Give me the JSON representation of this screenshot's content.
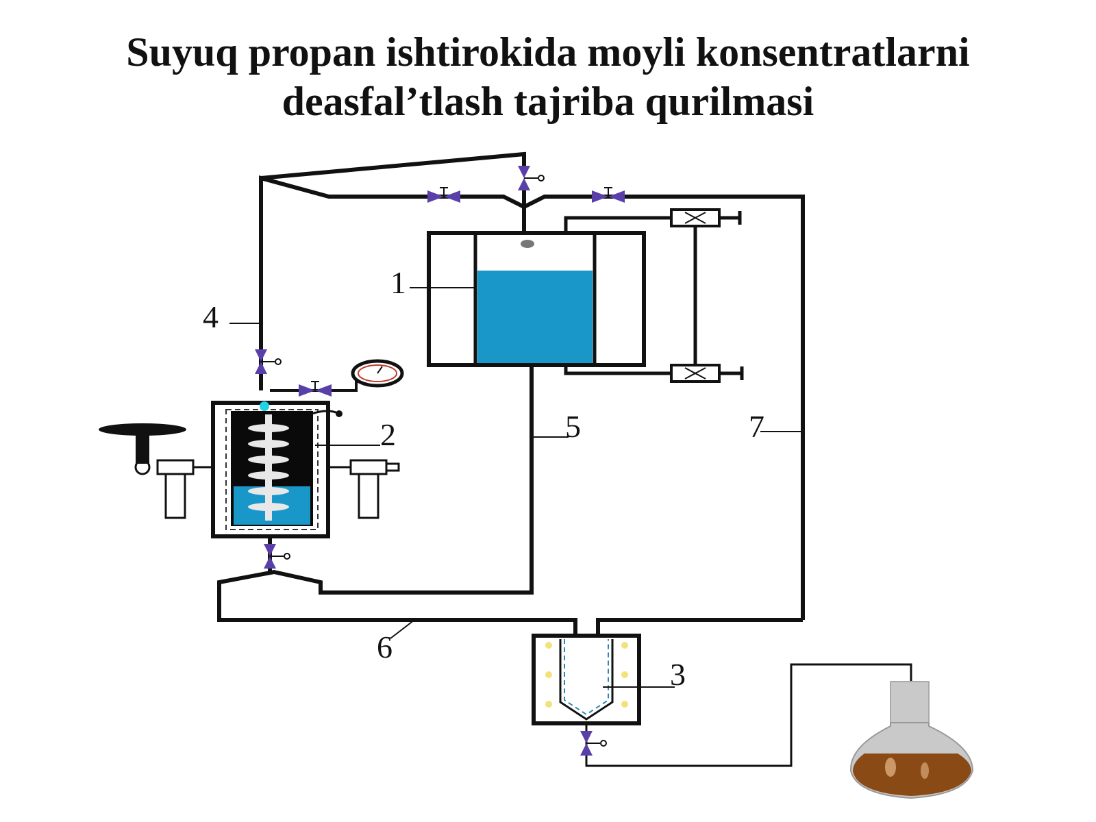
{
  "title": {
    "line1": "Suyuq propan ishtirokida moyli konsentratlarni",
    "line2": "deasfal’tlash tajriba qurilmasi"
  },
  "labels": {
    "n1": "1",
    "n2": "2",
    "n3": "3",
    "n4": "4",
    "n5": "5",
    "n6": "6",
    "n7": "7"
  },
  "colors": {
    "pipe": "#111111",
    "liquid": "#1a97c9",
    "valve": "#5a3fa8",
    "flask_liquid": "#8a4a16",
    "heater_dot": "#f2e27a"
  },
  "icons": {
    "valve": "valve-icon",
    "gauge": "pressure-gauge-icon",
    "flask": "flask-icon",
    "mixer": "stirrer-icon",
    "condenser": "condenser-icon"
  }
}
